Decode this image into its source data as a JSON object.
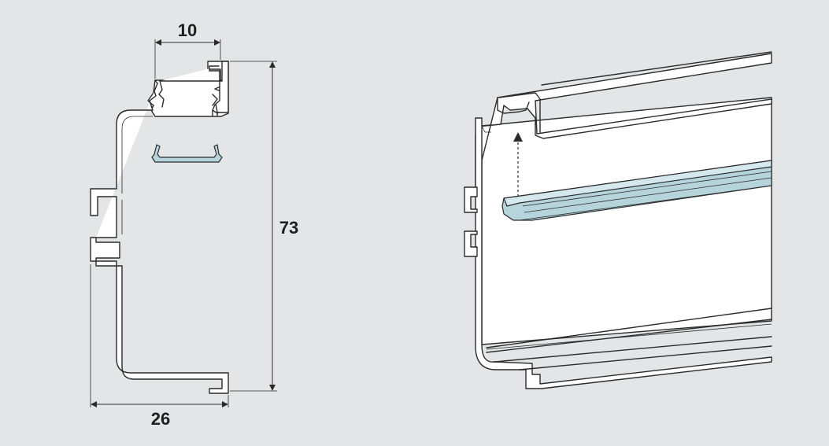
{
  "dimensions": {
    "top_width": "10",
    "height": "73",
    "bottom_width": "26"
  },
  "colors": {
    "background": "#e4e5e6",
    "profile_fill": "#ffffff",
    "outline": "#2b2b2b",
    "clip_fill": "#b5d4dc",
    "clip_fill_light": "#d4e8ee"
  }
}
